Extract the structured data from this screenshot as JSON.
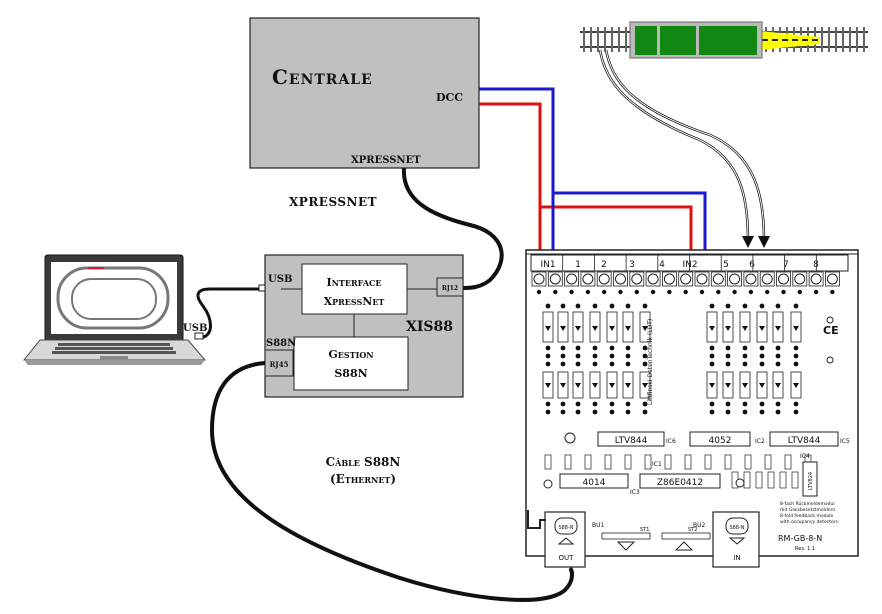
{
  "centrale": {
    "title": "Centrale",
    "dcc_label": "DCC",
    "xpressnet_label": "XPRESSNET"
  },
  "cable_xpressnet_label": "XPRESSNET",
  "xis88": {
    "name": "XIS88",
    "interface_label": [
      "Interface",
      "XpressNet"
    ],
    "gestion_label": [
      "Gestion",
      "S88N"
    ],
    "usb_label": "USB",
    "s88n_label": "S88N",
    "rj12_label": "RJ12",
    "rj45_label": "RJ45"
  },
  "laptop": {
    "usb_label": "USB"
  },
  "cable_s88n_label": [
    "Câble S88N",
    "(Ethernet)"
  ],
  "board": {
    "terminal_labels": [
      "IN1",
      "1",
      "2",
      "3",
      "4",
      "IN2",
      "5",
      "6",
      "7",
      "8"
    ],
    "chips": [
      "LTV844",
      "4052",
      "LTV844",
      "4014",
      "Z86E0412",
      "LTV824"
    ],
    "chip_refs": [
      "IC1",
      "IC2",
      "IC3",
      "IC4",
      "IC5",
      "IC6"
    ],
    "bu1": "BU1",
    "bu2": "BU2",
    "out_label": "OUT",
    "in_label": "IN",
    "connector_label": "S88-N",
    "model": "RM-GB-8-N",
    "rev": "Rev. 1.1",
    "description": [
      "8-fach Rückmeldemodul",
      "mit Gleisbesetztmeldern",
      "8-fold feedback module",
      "with occupancy detectors"
    ],
    "vertical_text": "Littfinski DatenTechnik (LDT)",
    "ce_mark": "CE"
  },
  "colors": {
    "box_fill": "#c0c0c0",
    "dcc_blue": "#1a1acc",
    "dcc_red": "#dd1111",
    "loco_green": "#118811",
    "beam_yellow": "#ffff00"
  }
}
